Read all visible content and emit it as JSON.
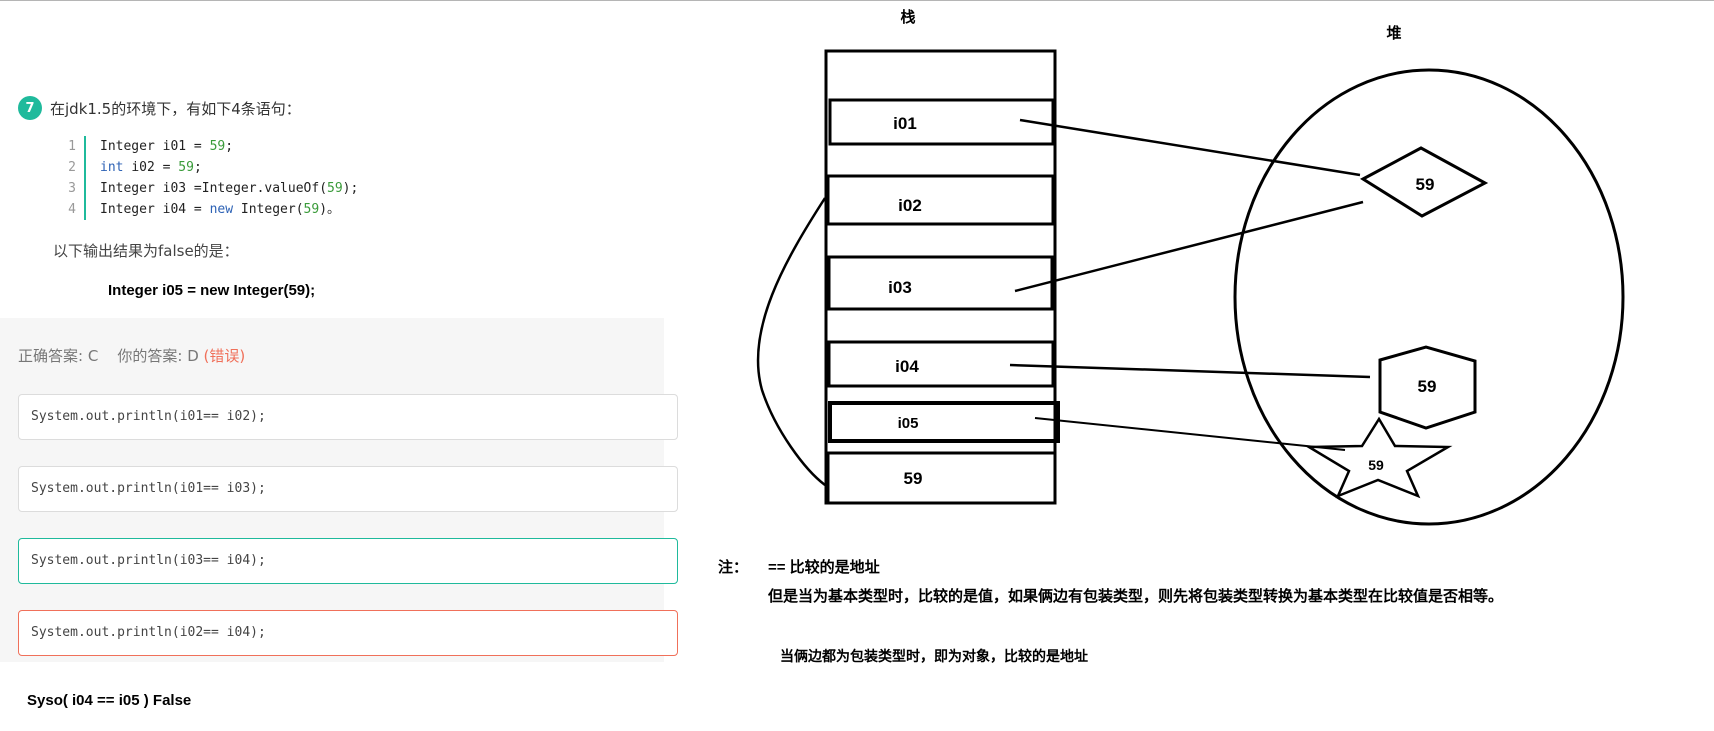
{
  "question": {
    "number": "7",
    "text": "在jdk1.5的环境下，有如下4条语句：",
    "code": [
      {
        "line": "1",
        "text": "Integer i01 = 59;"
      },
      {
        "line": "2",
        "text": "int i02 = 59;"
      },
      {
        "line": "3",
        "text": "Integer i03 =Integer.valueOf(59);"
      },
      {
        "line": "4",
        "text": "Integer i04 = new Integer(59)。"
      }
    ],
    "followup": "以下输出结果为false的是：",
    "extra_statement": "Integer  i05 = new Integer(59);"
  },
  "answer": {
    "correct_label": "正确答案: C",
    "yours_label": "你的答案: D",
    "result": "(错误)",
    "options": [
      {
        "text": "System.out.println(i01== i02);",
        "state": "normal"
      },
      {
        "text": "System.out.println(i01== i03);",
        "state": "normal"
      },
      {
        "text": "System.out.println(i03== i04);",
        "state": "correct"
      },
      {
        "text": "System.out.println(i02== i04);",
        "state": "incorrect"
      }
    ]
  },
  "syso_note": "Syso(  i04 == i05 )     False",
  "diagram": {
    "stack_title": "栈",
    "heap_title": "堆",
    "stack_cells": [
      "i01",
      "i02",
      "i03",
      "i04",
      "i05",
      "59"
    ],
    "heap_objects": [
      {
        "shape": "diamond",
        "value": "59"
      },
      {
        "shape": "hexagon",
        "value": "59"
      },
      {
        "shape": "star",
        "value": "59"
      }
    ]
  },
  "notes": {
    "label": "注：",
    "rule1": "==  比较的是地址",
    "rule2": "但是当为基本类型时，比较的是值，如果俩边有包装类型，则先将包装类型转换为基本类型在比较值是否相等。",
    "rule3": "当俩边都为包装类型时，即为对象，比较的是地址"
  },
  "colors": {
    "accent": "#1fba9c",
    "error": "#f0705a",
    "keyword": "#2d62b5",
    "number": "#3a9b3a"
  }
}
